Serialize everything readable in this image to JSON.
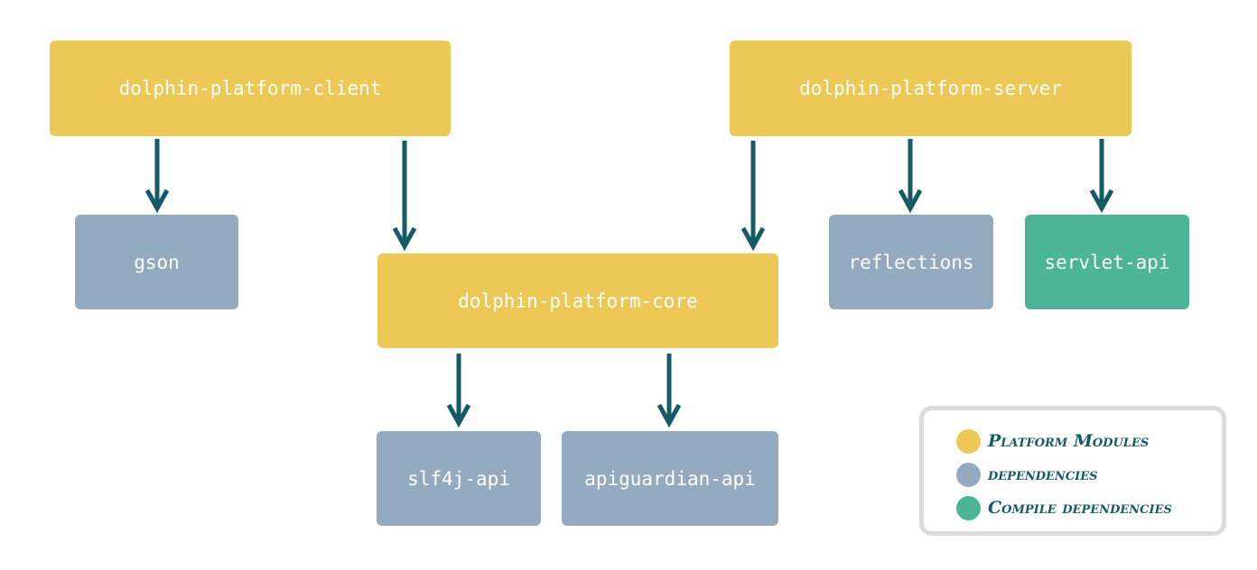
{
  "colors": {
    "platform": "#ecc957",
    "dependency": "#94aabf",
    "compile_dependency": "#4cb595",
    "arrow": "#155b66",
    "legend_text": "#155b66",
    "legend_border": "#dcdcdc"
  },
  "nodes": {
    "client": {
      "label": "dolphin-platform-client",
      "kind": "platform"
    },
    "server": {
      "label": "dolphin-platform-server",
      "kind": "platform"
    },
    "core": {
      "label": "dolphin-platform-core",
      "kind": "platform"
    },
    "gson": {
      "label": "gson",
      "kind": "dependency"
    },
    "reflections": {
      "label": "reflections",
      "kind": "dependency"
    },
    "servlet_api": {
      "label": "servlet-api",
      "kind": "compile_dependency"
    },
    "slf4j_api": {
      "label": "slf4j-api",
      "kind": "dependency"
    },
    "apiguardian_api": {
      "label": "apiguardian-api",
      "kind": "dependency"
    }
  },
  "edges": [
    {
      "from": "client",
      "to": "gson"
    },
    {
      "from": "client",
      "to": "core"
    },
    {
      "from": "server",
      "to": "core"
    },
    {
      "from": "server",
      "to": "reflections"
    },
    {
      "from": "server",
      "to": "servlet_api"
    },
    {
      "from": "core",
      "to": "slf4j_api"
    },
    {
      "from": "core",
      "to": "apiguardian_api"
    }
  ],
  "legend": {
    "items": [
      {
        "label": "Platform Modules",
        "color": "#ecc957"
      },
      {
        "label": "dependencies",
        "color": "#94aabf"
      },
      {
        "label": "Compile dependencies",
        "color": "#4cb595"
      }
    ]
  }
}
